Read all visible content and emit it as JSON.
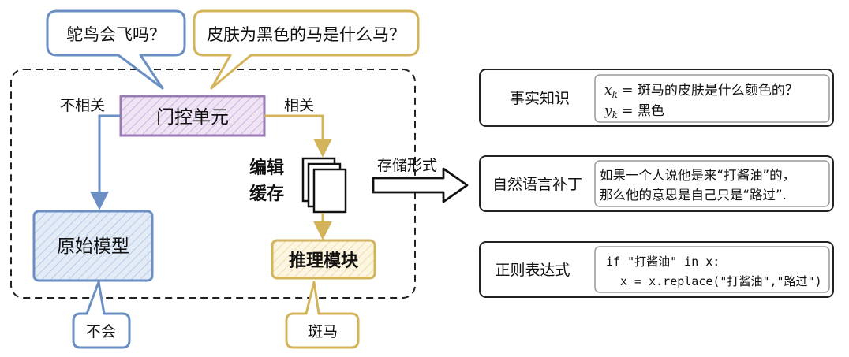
{
  "colors": {
    "blue": "#6b8fc2",
    "gold": "#d4b45a",
    "purple": "#9b7bb5",
    "purple_fill": "#ede3f3",
    "blue_fill": "#dde7f4",
    "gold_fill": "#fbf3de",
    "dark": "#222222",
    "gray_inner": "#9a9a9a"
  },
  "bubbles": {
    "ostrich": "鸵鸟会飞吗？",
    "black_horse": "皮肤为黑色的马是什么马？",
    "no": "不会",
    "zebra": "斑马"
  },
  "labels": {
    "not_related": "不相关",
    "related": "相关",
    "storage_form": "存储形式"
  },
  "gate_unit": "门控单元",
  "edit_cache": {
    "line1": "编辑",
    "line2": "缓存"
  },
  "original_model": "原始模型",
  "reasoning_module": "推理模块",
  "forms": [
    {
      "title": "事实知识",
      "content": {
        "x_var": "x",
        "x_sub": "k",
        "x_eq": " = 斑马的皮肤是什么颜色的？",
        "y_var": "y",
        "y_sub": "k",
        "y_eq": " = 黑色"
      }
    },
    {
      "title": "自然语言补丁",
      "content": {
        "line1": "如果一个人说他是来“打酱油”的，",
        "line2": "那么他的意思是自己只是“路过”."
      }
    },
    {
      "title": "正则表达式",
      "content": {
        "line1": "if \"打酱油\" in x:",
        "line2": "x = x.replace(\"打酱油\",\"路过\")"
      }
    }
  ]
}
